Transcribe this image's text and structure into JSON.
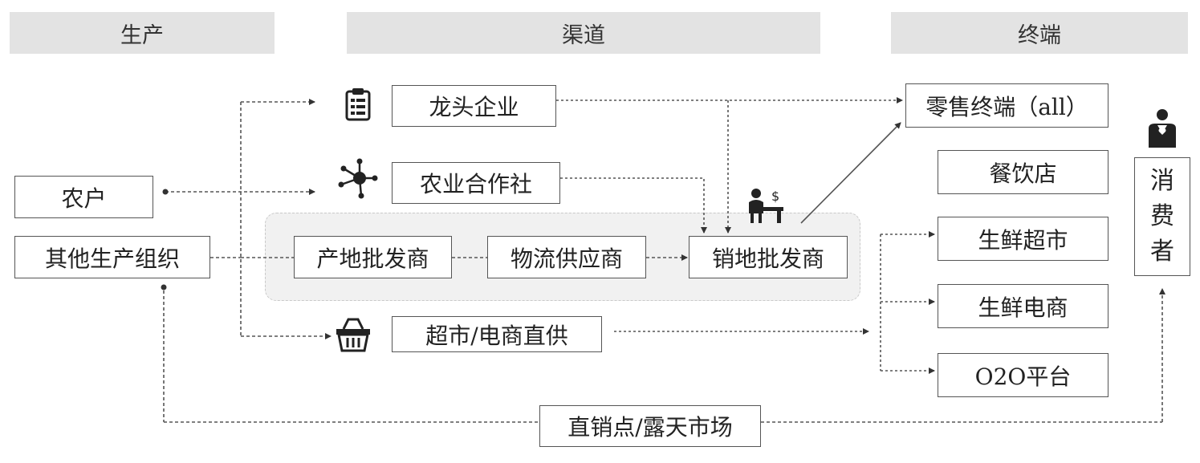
{
  "headers": {
    "production": "生产",
    "channel": "渠道",
    "terminal": "终端"
  },
  "producers": {
    "farmer": "农户",
    "other_org": "其他生产组织"
  },
  "channels": {
    "leading_enterprise": "龙头企业",
    "cooperative": "农业合作社",
    "origin_wholesaler": "产地批发商",
    "logistics_supplier": "物流供应商",
    "sales_wholesaler": "销地批发商",
    "direct_supply": "超市/电商直供",
    "direct_market": "直销点/露天市场"
  },
  "terminals": {
    "retail_all": "零售终端（all）",
    "restaurant": "餐饮店",
    "fresh_supermarket": "生鲜超市",
    "fresh_ecommerce": "生鲜电商",
    "o2o": "O2O平台"
  },
  "consumer": [
    "消",
    "费",
    "者"
  ],
  "icons": {
    "leading_enterprise": "clipboard-icon",
    "cooperative": "network-icon",
    "sales_wholesaler": "merchant-desk-icon",
    "direct_supply": "shopping-basket-icon",
    "consumer": "person-icon"
  }
}
